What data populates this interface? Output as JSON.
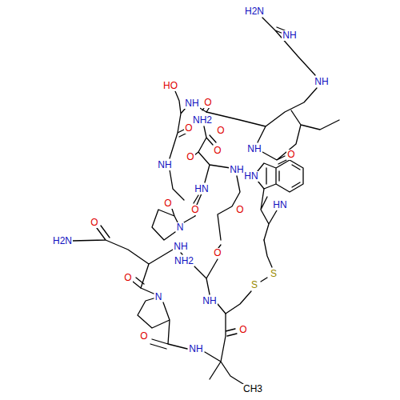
{
  "diagram": {
    "labels": [
      "H2N",
      "NH",
      "NH",
      "HO",
      "NH",
      "O",
      "NH2",
      "O",
      "O",
      "NH",
      "O",
      "O",
      "O",
      "NH",
      "NH",
      "HN",
      "O",
      "HN",
      "O",
      "O",
      "N",
      "HN",
      "O",
      "H2N",
      "NH",
      "NH2",
      "O",
      "S",
      "S",
      "O",
      "N",
      "NH",
      "O",
      "NH",
      "O",
      "CH3"
    ]
  }
}
